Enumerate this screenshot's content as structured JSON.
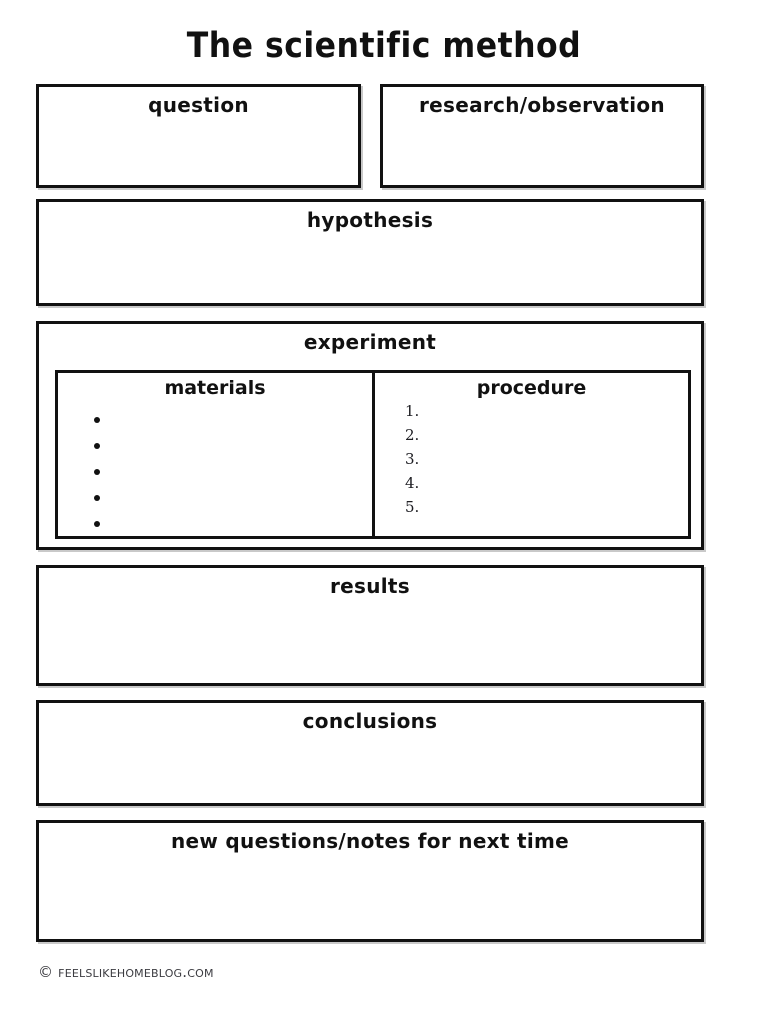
{
  "document": {
    "title": "The scientific method",
    "page_background": "#ffffff",
    "ink_color": "#111111"
  },
  "sections": {
    "question": {
      "label": "question"
    },
    "research": {
      "label": "research/observation"
    },
    "hypothesis": {
      "label": "hypothesis"
    },
    "experiment": {
      "label": "experiment",
      "materials": {
        "label": "materials",
        "bullet_glyph": "•",
        "bullets": [
          "",
          "",
          "",
          "",
          ""
        ]
      },
      "procedure": {
        "label": "procedure",
        "numbers": [
          "1.",
          "2.",
          "3.",
          "4.",
          "5."
        ],
        "lines": [
          "",
          "",
          "",
          "",
          ""
        ]
      }
    },
    "results": {
      "label": "results"
    },
    "conclusions": {
      "label": "conclusions"
    },
    "new_questions": {
      "label": "new questions/notes for next time"
    }
  },
  "footer": {
    "credit": "© feelslikehomeblog.com",
    "copyright_symbol": "©"
  }
}
